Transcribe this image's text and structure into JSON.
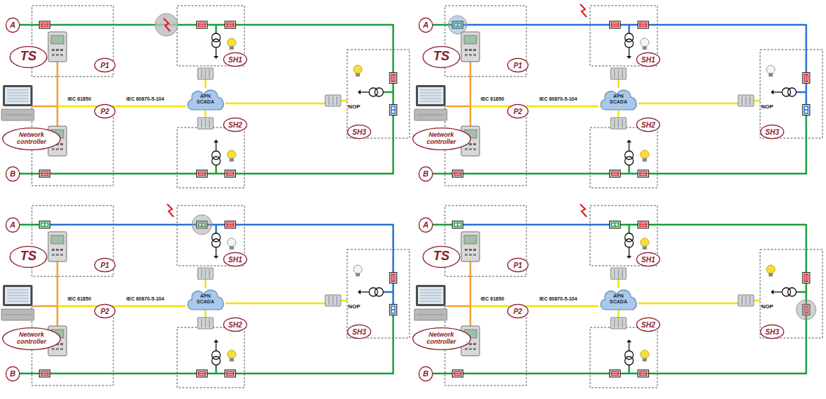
{
  "diagram": {
    "nodes": [
      {
        "text": [
          "A"
        ]
      },
      {
        "text": [
          "TS"
        ]
      },
      {
        "text": [
          "P1"
        ]
      },
      {
        "text": [
          "SH1"
        ]
      },
      {
        "text": [
          "SH3"
        ]
      },
      {
        "text": [
          "Network controller"
        ]
      },
      {
        "text": [
          "APN SCADA"
        ]
      },
      {
        "text": [
          "P2"
        ]
      },
      {
        "text": [
          "SH2"
        ]
      },
      {
        "text": [
          "B"
        ]
      },
      {
        "text": [
          "A"
        ]
      },
      {
        "text": [
          "TS"
        ]
      },
      {
        "text": [
          "P1"
        ]
      },
      {
        "text": [
          "SH1"
        ]
      },
      {
        "text": [
          "SH3"
        ]
      },
      {
        "text": [
          "Network controller"
        ]
      },
      {
        "text": [
          "APN SCADA"
        ]
      },
      {
        "text": [
          "P2"
        ]
      },
      {
        "text": [
          "SH2"
        ]
      },
      {
        "text": [
          "B"
        ]
      },
      {
        "text": [
          "A"
        ]
      },
      {
        "text": [
          "TS"
        ]
      },
      {
        "text": [
          "P1"
        ]
      },
      {
        "text": [
          "SH1"
        ]
      },
      {
        "text": [
          "SH3"
        ]
      },
      {
        "text": [
          "Network controller"
        ]
      },
      {
        "text": [
          "APN SCADA"
        ]
      },
      {
        "text": [
          "P2"
        ]
      },
      {
        "text": [
          "SH2"
        ]
      },
      {
        "text": [
          "B"
        ]
      },
      {
        "text": [
          "A"
        ]
      },
      {
        "text": [
          "TS"
        ]
      },
      {
        "text": [
          "P1"
        ]
      },
      {
        "text": [
          "SH1"
        ]
      },
      {
        "text": [
          "SH3"
        ]
      },
      {
        "text": [
          "Network controller"
        ]
      },
      {
        "text": [
          "APN SCADA"
        ]
      },
      {
        "text": [
          "P2"
        ]
      },
      {
        "text": [
          "SH2"
        ]
      },
      {
        "text": [
          "B"
        ]
      }
    ],
    "labels": [
      "IEC 61850",
      "IEC 60870-5-104",
      "NOP",
      "IEC 61850",
      "IEC 60870-5-104",
      "NOP",
      "IEC 61850",
      "IEC 60870-5-104",
      "NOP",
      "IEC 61850",
      "IEC 60870-5-104",
      "NOP"
    ]
  }
}
